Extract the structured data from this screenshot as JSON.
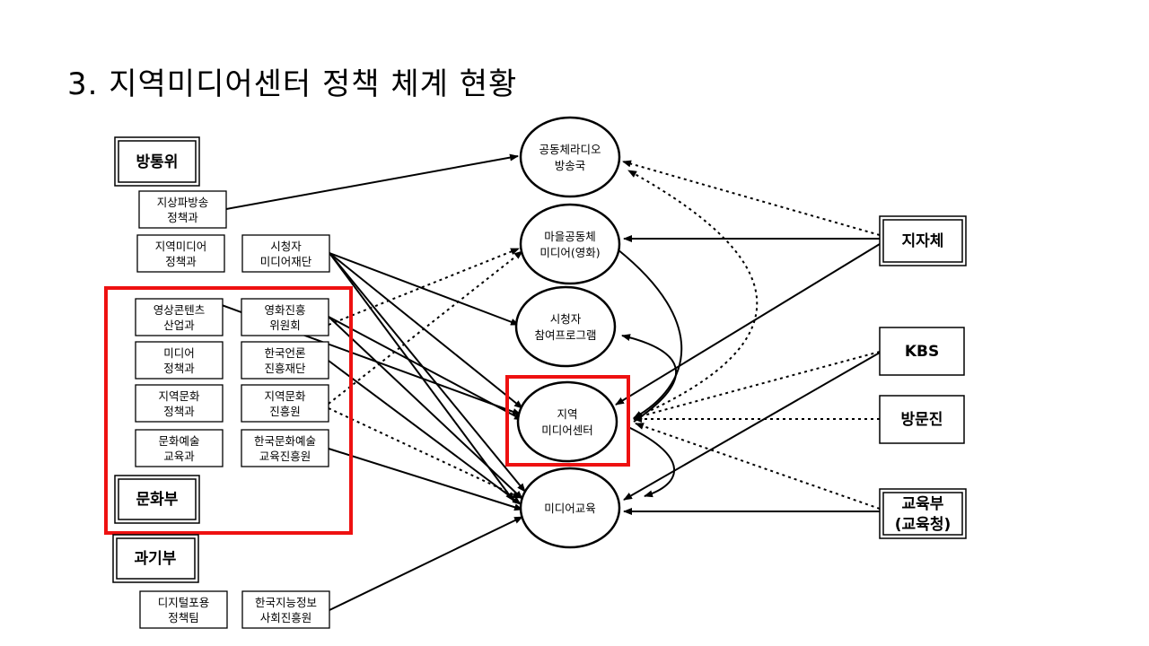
{
  "title": "3. 지역미디어센터 정책 체계 현황",
  "colors": {
    "highlight": "#ee1111",
    "line": "#000000"
  },
  "ministries": {
    "kcc": "방통위",
    "culture": "문화부",
    "science": "과기부"
  },
  "units": {
    "terrestrial": [
      "지상파방송",
      "정책과"
    ],
    "local_media_policy": [
      "지역미디어",
      "정책과"
    ],
    "viewers_foundation": [
      "시청자",
      "미디어재단"
    ],
    "content_industry": [
      "영상콘텐츠",
      "산업과"
    ],
    "film_council": [
      "영화진흥",
      "위원회"
    ],
    "media_policy": [
      "미디어",
      "정책과"
    ],
    "press_foundation": [
      "한국언론",
      "진흥재단"
    ],
    "local_culture_policy": [
      "지역문화",
      "정책과"
    ],
    "local_culture_agency": [
      "지역문화",
      "진흥원"
    ],
    "arts_edu_division": [
      "문화예술",
      "교육과"
    ],
    "arts_edu_service": [
      "한국문화예술",
      "교육진흥원"
    ],
    "digital_inclusion": [
      "디지털포용",
      "정책팀"
    ],
    "nia": [
      "한국지능정보",
      "사회진흥원"
    ]
  },
  "targets": {
    "community_radio": [
      "공동체라디오",
      "방송국"
    ],
    "village_media": [
      "마을공동체",
      "미디어(영화)"
    ],
    "viewer_program": [
      "시청자",
      "참여프로그램"
    ],
    "local_media_center": [
      "지역",
      "미디어센터"
    ],
    "media_education": [
      "미디어교육"
    ]
  },
  "right": {
    "local_gov": "지자체",
    "kbs": "KBS",
    "mbc_foundation": "방문진",
    "edu_ministry": [
      "교육부",
      "(교육청)"
    ]
  }
}
